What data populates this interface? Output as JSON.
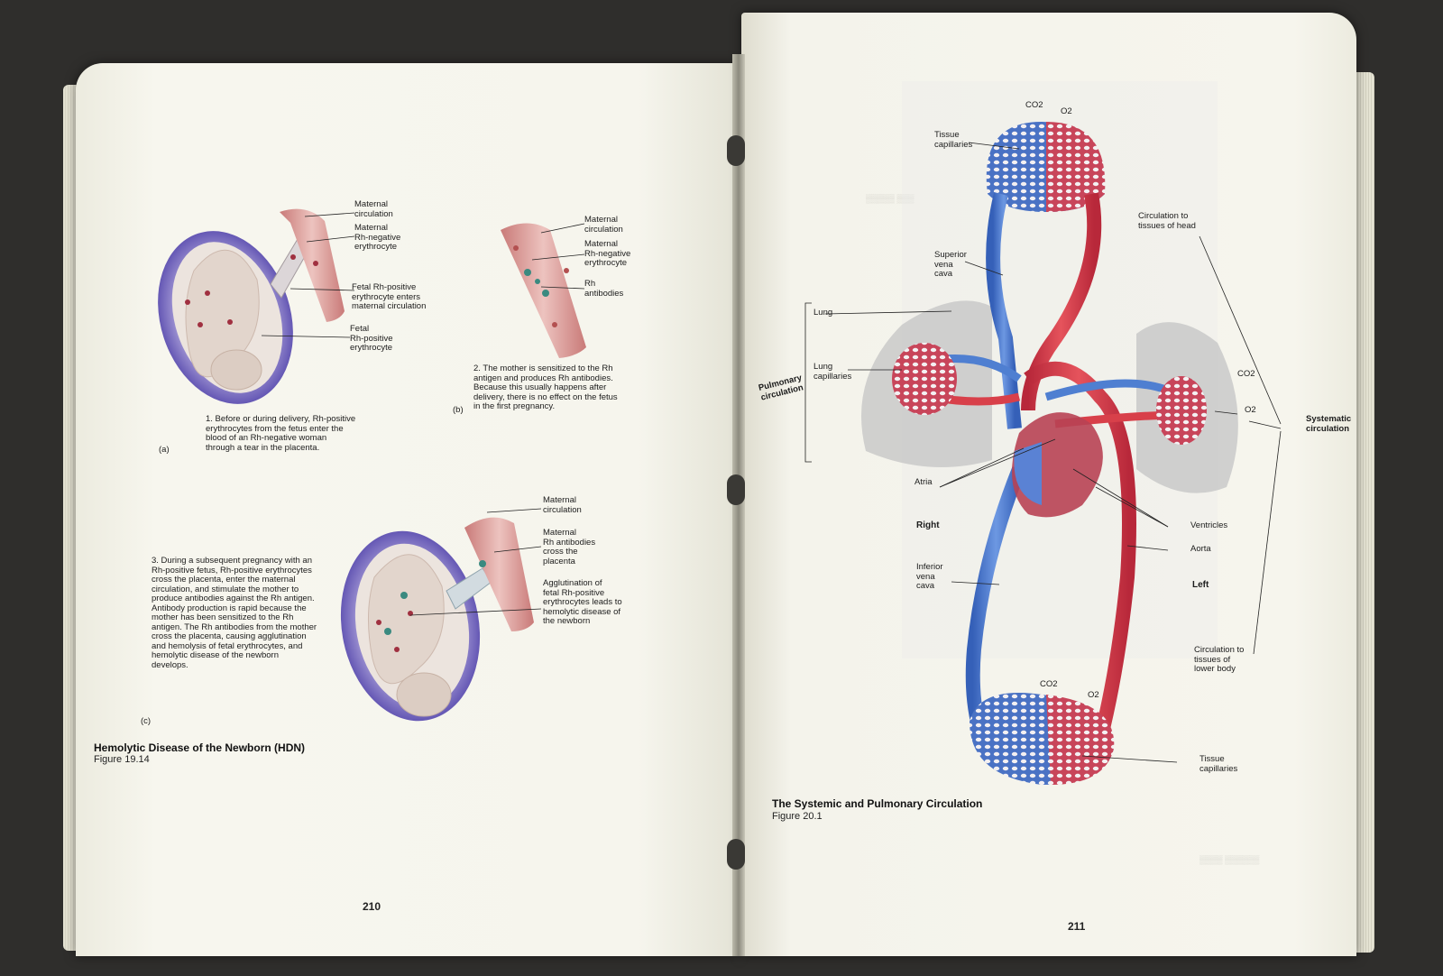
{
  "left_page": {
    "page_number": "210",
    "figure_title": "Hemolytic Disease of the Newborn (HDN)",
    "figure_number": "Figure 19.14",
    "panel_a": {
      "letter": "(a)",
      "labels": [
        "Maternal\ncirculation",
        "Maternal\nRh-negative\nerythrocyte",
        "Fetal Rh-positive\nerythrocyte enters\nmaternal circulation",
        "Fetal\nRh-positive\nerythrocyte"
      ],
      "step": "1. Before or during delivery, Rh-positive\nerythrocytes from the fetus enter the\nblood of an Rh-negative woman\nthrough a tear in the placenta."
    },
    "panel_b": {
      "letter": "(b)",
      "labels": [
        "Maternal\ncirculation",
        "Maternal\nRh-negative\nerythrocyte",
        "Rh\nantibodies"
      ],
      "step": "2. The mother is sensitized to the Rh\nantigen and produces Rh antibodies.\nBecause this usually happens after\ndelivery, there is no effect on the fetus\nin the first pregnancy."
    },
    "panel_c": {
      "letter": "(c)",
      "labels": [
        "Maternal\ncirculation",
        "Maternal\nRh antibodies\ncross the\nplacenta",
        "Agglutination of\nfetal Rh-positive\nerythrocytes leads to\nhemolytic disease of\nthe newborn"
      ],
      "step": "3. During a subsequent pregnancy with an\nRh-positive fetus, Rh-positive erythrocytes\ncross the placenta, enter the maternal\ncirculation, and stimulate the mother to\nproduce antibodies against the Rh antigen.\nAntibody production is rapid because the\nmother has been sensitized to the Rh\nantigen. The Rh antibodies from the mother\ncross the placenta, causing agglutination\nand hemolysis of fetal erythrocytes, and\nhemolytic disease of the newborn\ndevelops."
    }
  },
  "right_page": {
    "page_number": "211",
    "figure_title": "The Systemic and Pulmonary Circulation",
    "figure_number": "Figure 20.1",
    "labels": {
      "co2_top": "CO2",
      "o2_top": "O2",
      "tissue_capillaries_top": "Tissue\ncapillaries",
      "circulation_head": "Circulation to\ntissues of head",
      "superior_vena_cava": "Superior\nvena\ncava",
      "lung": "Lung",
      "lung_capillaries": "Lung\ncapillaries",
      "pulmonary_circulation": "Pulmonary\ncirculation",
      "co2_right": "CO2",
      "o2_right": "O2",
      "systematic_circulation": "Systematic\ncirculation",
      "atria": "Atria",
      "right": "Right",
      "ventricles": "Ventricles",
      "aorta": "Aorta",
      "inferior_vena_cava": "Inferior\nvena\ncava",
      "left": "Left",
      "circulation_lower": "Circulation to\ntissues of\nlower body",
      "co2_bottom": "CO2",
      "o2_bottom": "O2",
      "tissue_capillaries_bottom": "Tissue\ncapillaries"
    }
  },
  "colors": {
    "page": "#f5f4ec",
    "artery_red": "#d8404a",
    "vein_blue": "#4f7fd1",
    "lung_grey": "#c9c9c9",
    "tissue_pink": "#d98a8a",
    "fetus_skin": "#e8ddd6"
  }
}
